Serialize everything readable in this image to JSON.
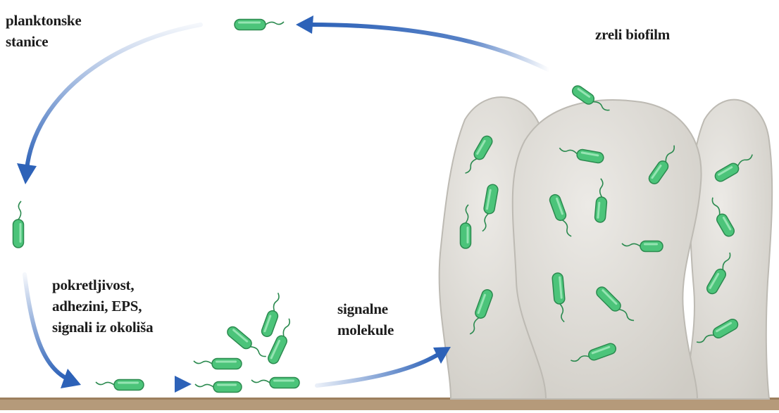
{
  "diagram": {
    "labels": {
      "planktonic": [
        "planktonske",
        "stanice"
      ],
      "mature": "zreli biofilm",
      "factors": [
        "pokretljivost,",
        "adhezini, EPS,",
        "signali iz okoliša"
      ],
      "signals": [
        "signalne",
        "molekule"
      ]
    },
    "colors": {
      "arrow": "#2d62b8",
      "cell_fill": "#4cc47a",
      "cell_stroke": "#2b8a4f",
      "biofilm_fill": "#dcdad5",
      "biofilm_stroke": "#bdbab3",
      "substrate": "#b59a7a"
    }
  }
}
